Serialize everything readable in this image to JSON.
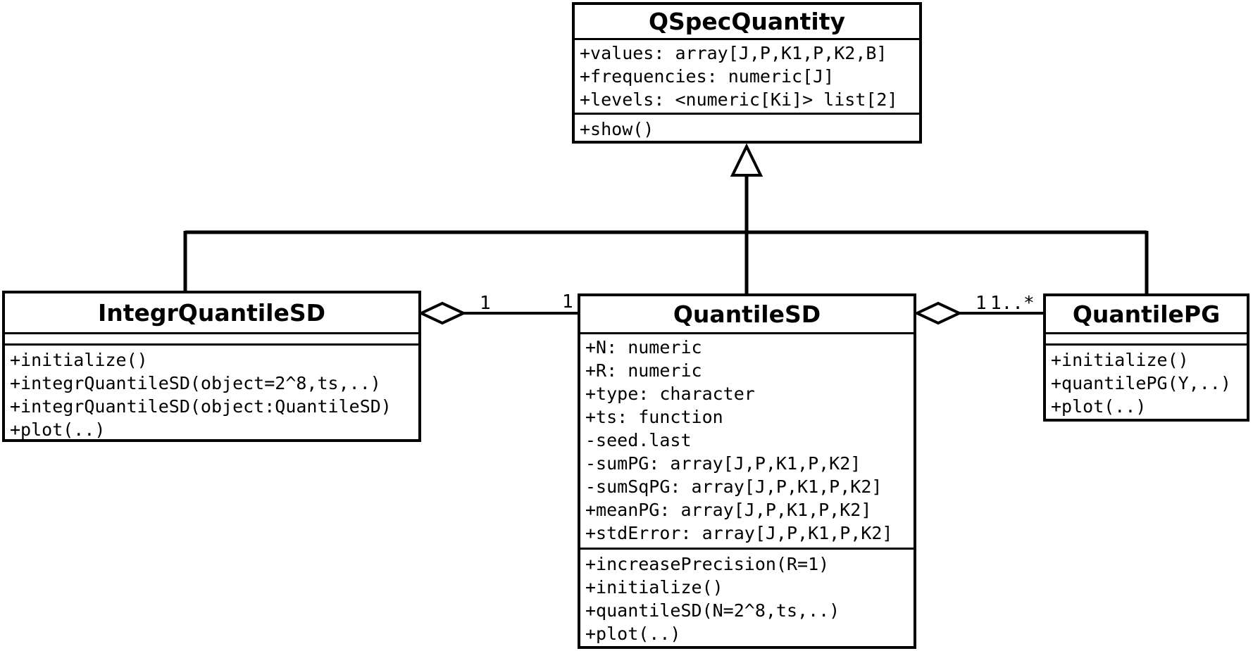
{
  "colors": {
    "line": "#000000",
    "background": "#ffffff",
    "text": "#000000"
  },
  "classes": {
    "qspec_quantity": {
      "name": "QSpecQuantity",
      "attributes": [
        "+values: array[J,P,K1,P,K2,B]",
        "+frequencies: numeric[J]",
        "+levels: <numeric[Ki]> list[2]"
      ],
      "methods": [
        "+show()"
      ]
    },
    "integr_quantile_sd": {
      "name": "IntegrQuantileSD",
      "attributes": [],
      "methods": [
        "+initialize()",
        "+integrQuantileSD(object=2^8,ts,..)",
        "+integrQuantileSD(object:QuantileSD)",
        "+plot(..)"
      ]
    },
    "quantile_sd": {
      "name": "QuantileSD",
      "attributes": [
        "+N: numeric",
        "+R: numeric",
        "+type: character",
        "+ts: function",
        "-seed.last",
        "-sumPG: array[J,P,K1,P,K2]",
        "-sumSqPG: array[J,P,K1,P,K2]",
        "+meanPG: array[J,P,K1,P,K2]",
        "+stdError: array[J,P,K1,P,K2]"
      ],
      "methods": [
        "+increasePrecision(R=1)",
        "+initialize()",
        "+quantileSD(N=2^8,ts,..)",
        "+plot(..)"
      ]
    },
    "quantile_pg": {
      "name": "QuantilePG",
      "attributes": [],
      "methods": [
        "+initialize()",
        "+quantilePG(Y,..)",
        "+plot(..)"
      ]
    }
  },
  "relations": {
    "generalization": {
      "type": "inheritance",
      "parent": "QSpecQuantity",
      "children": [
        "IntegrQuantileSD",
        "QuantileSD",
        "QuantilePG"
      ]
    },
    "aggregation_left": {
      "type": "aggregation",
      "whole": "IntegrQuantileSD",
      "part": "QuantileSD",
      "multiplicity_whole": "1",
      "multiplicity_part": "1"
    },
    "aggregation_right": {
      "type": "aggregation",
      "whole": "QuantileSD",
      "part": "QuantilePG",
      "multiplicity_whole": "1",
      "multiplicity_part": "1..*"
    }
  }
}
